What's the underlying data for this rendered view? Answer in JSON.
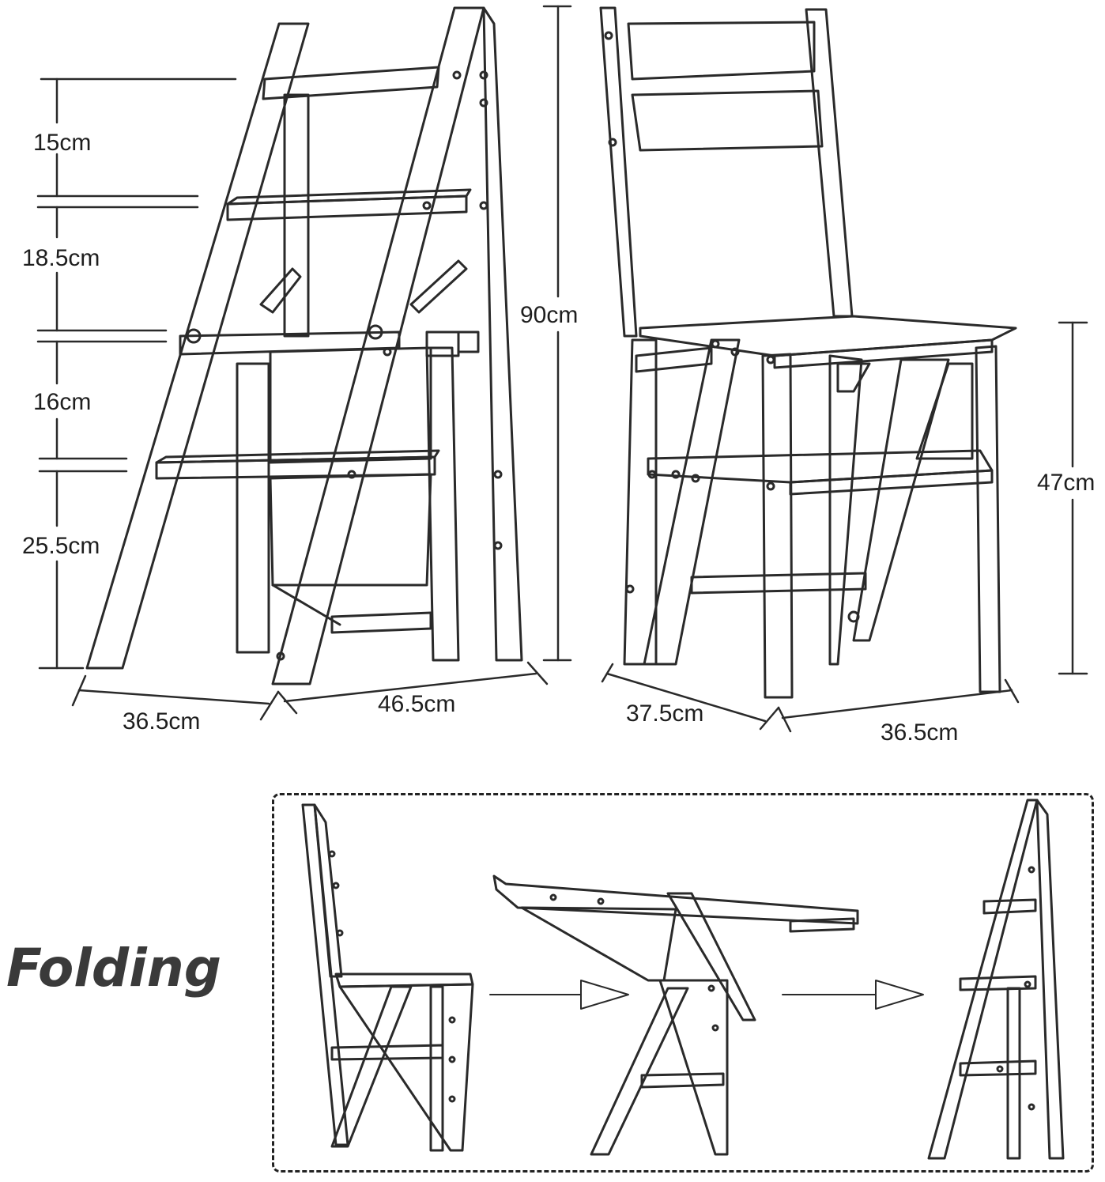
{
  "dimensions": {
    "ladder_step_1": "15cm",
    "ladder_step_2": "18.5cm",
    "ladder_step_3": "16cm",
    "ladder_step_4": "25.5cm",
    "ladder_total_height": "90cm",
    "ladder_depth": "36.5cm",
    "ladder_width": "46.5cm",
    "chair_seat_height": "47cm",
    "chair_depth": "37.5cm",
    "chair_width": "36.5cm"
  },
  "folding_label": "Folding",
  "colors": {
    "line": "#2a2a2a",
    "text": "#1e1e1e",
    "label": "#3a3a3a"
  },
  "icons": [
    "arrow-right-icon",
    "arrow-right-icon"
  ]
}
